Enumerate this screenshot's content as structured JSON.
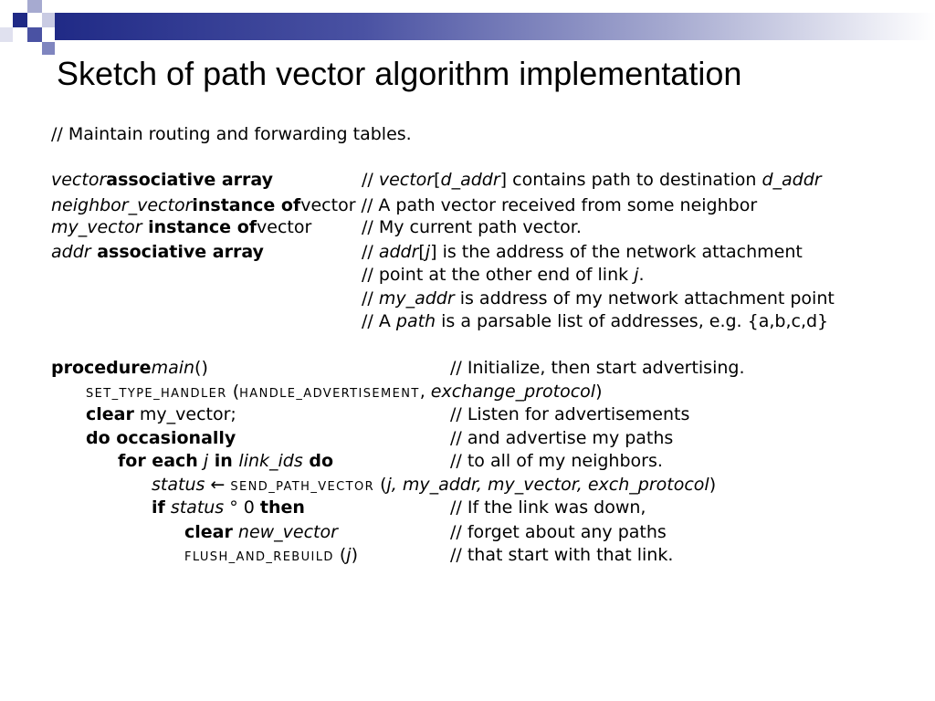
{
  "title": "Sketch of path vector algorithm implementation",
  "lines": {
    "l1": {
      "a": "// Maintain routing and forwarding tables."
    },
    "l2": {
      "a": "vector",
      "b": "associative array",
      "c": "// ",
      "d": "vector",
      "e": "[",
      "f": "d_addr",
      "g": "] contains path to destination ",
      "h": "d_addr"
    },
    "l3": {
      "a": "neighbor_vector",
      "b": "instance of",
      "c": "vector  // A path vector received from some neighbor"
    },
    "l4": {
      "a": "my_vector",
      "b": " instance of",
      "c": "vector",
      "d": "// My current path vector."
    },
    "l5": {
      "a": "addr",
      "b": " associative array",
      "c": "// ",
      "d": "addr",
      "e": "[",
      "f": "j",
      "g": "] is the address of the network attachment"
    },
    "l6": {
      "a": "// point at the other end of link ",
      "b": "j",
      "c": "."
    },
    "l7": {
      "a": "// ",
      "b": "my_addr",
      "c": " is address of my network attachment point"
    },
    "l8": {
      "a": "// A ",
      "b": "path",
      "c": " is a parsable list of addresses, e.g. {a,b,c,d}"
    },
    "l9": {
      "a": "procedure",
      "b": "main",
      "c": "()",
      "d": "// Initialize, then start advertising."
    },
    "l10": {
      "a1": "SET",
      "a2": "_",
      "a3": "TYPE",
      "a4": "_",
      "a5": "HANDLER",
      "b": " (",
      "c1": "HANDLE",
      "c2": "_",
      "c3": "ADVERTISEMENT",
      "d": ", ",
      "e": "exchange_protocol",
      "f": ")"
    },
    "l11": {
      "a": "clear",
      "b": " my_vector;",
      "c": "// Listen for advertisements"
    },
    "l12": {
      "a": "do occasionally",
      "b": "// and advertise my paths"
    },
    "l13": {
      "a": "for each",
      "b": " j",
      "c": " in ",
      "d": "link_ids",
      "e": " do",
      "f": "// to all of my neighbors."
    },
    "l14": {
      "a": "status",
      "b": " ← ",
      "c1": "SEND",
      "c2": "_",
      "c3": "PATH",
      "c4": "_",
      "c5": "VECTOR",
      "d": " (",
      "e": "j, my_addr, my_vector, exch_protocol",
      "f": ")"
    },
    "l15": {
      "a": "if",
      "b": " status",
      "c": " ° 0 ",
      "d": "then",
      "e": "// If the link was down,"
    },
    "l16": {
      "a": "clear",
      "b": " new_vector",
      "c": "// forget about any paths"
    },
    "l17": {
      "a1": "FLUSH",
      "a2": "_",
      "a3": "AND",
      "a4": "_",
      "a5": "REBUILD",
      "b": " (",
      "c": "j",
      "d": ")",
      "e": "// that start with that link."
    }
  }
}
